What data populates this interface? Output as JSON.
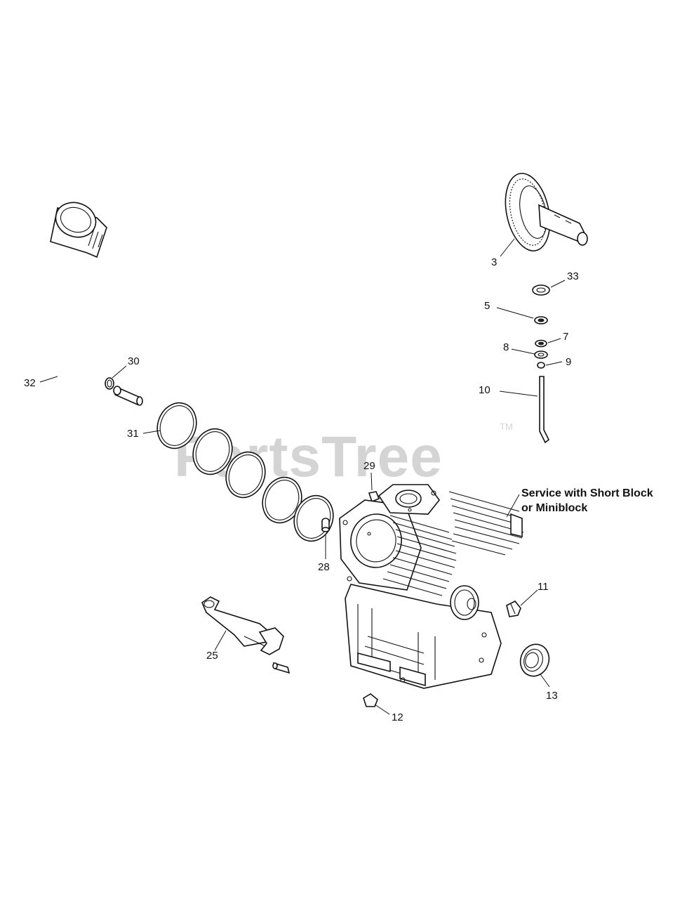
{
  "watermark": {
    "text": "PartsTree",
    "trademark": "TM"
  },
  "note": {
    "line1": "Service with Short Block",
    "line2": "or Miniblock"
  },
  "callouts": {
    "c3": "3",
    "c33": "33",
    "c5": "5",
    "c7": "7",
    "c8": "8",
    "c9": "9",
    "c10": "10",
    "c11": "11",
    "c12": "12",
    "c13": "13",
    "c25": "25",
    "c28": "28",
    "c29": "29",
    "c30": "30",
    "c31": "31",
    "c32": "32"
  }
}
